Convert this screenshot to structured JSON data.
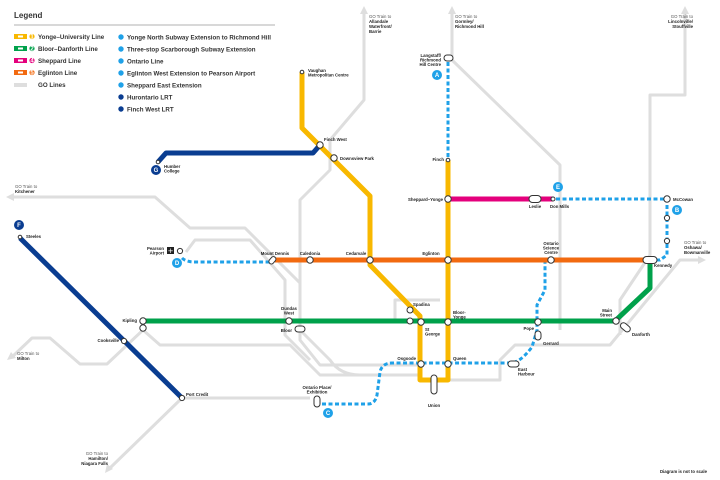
{
  "legend": {
    "title": "Legend",
    "lines": [
      {
        "num": "1",
        "label": "Yonge–University Line",
        "color": "#f8b800"
      },
      {
        "num": "2",
        "label": "Bloor–Danforth Line",
        "color": "#00a14b"
      },
      {
        "num": "4",
        "label": "Sheppard Line",
        "color": "#e4007c"
      },
      {
        "num": "5",
        "label": "Eglinton Line",
        "color": "#f26a10"
      },
      {
        "num": "",
        "label": "GO Lines",
        "color": "#dedede"
      }
    ],
    "projects": [
      {
        "letter": "A",
        "label": "Yonge North Subway Extension to Richmond Hill",
        "color": "#1fa1e8"
      },
      {
        "letter": "B",
        "label": "Three-stop Scarborough Subway Extension",
        "color": "#1fa1e8"
      },
      {
        "letter": "C",
        "label": "Ontario Line",
        "color": "#1fa1e8"
      },
      {
        "letter": "D",
        "label": "Eglinton West Extension to Pearson Airport",
        "color": "#1fa1e8"
      },
      {
        "letter": "E",
        "label": "Sheppard East Extension",
        "color": "#1fa1e8"
      },
      {
        "letter": "F",
        "label": "Hurontario LRT",
        "color": "#0a3d91"
      },
      {
        "letter": "G",
        "label": "Finch West LRT",
        "color": "#0a3d91"
      }
    ]
  },
  "go": {
    "prefix": "GO Train to",
    "barrie": [
      "Allandale",
      "Waterfront/",
      "Barrie"
    ],
    "richmond": [
      "Gormley/",
      "Richmond Hill"
    ],
    "stouffville": [
      "Lincolnville/",
      "Stouffville"
    ],
    "kitchener": [
      "Kitchener"
    ],
    "oshawa": [
      "Oshawa/",
      "Bowmanville"
    ],
    "milton": [
      "Milton"
    ],
    "hamilton": [
      "Hamilton/",
      "Niagara Falls"
    ]
  },
  "stations": {
    "langstaff": [
      "Langstaff/",
      "Richmond",
      "Hill Centre"
    ],
    "vaughan": [
      "Vaughan",
      "Metropolitan Centre"
    ],
    "finch_west": "Finch West",
    "downsview": "Downsview Park",
    "humber": [
      "Humber",
      "College"
    ],
    "finch": "Finch",
    "sheppard_yonge": "Sheppard–Yonge",
    "leslie": "Leslie",
    "don_mills": "Don Mills",
    "mccowan": "McCowan",
    "steeles": "Steeles",
    "pearson": [
      "Pearson",
      "Airport"
    ],
    "mount_dennis": "Mount Dennis",
    "caledonia": "Caledonia",
    "cedarvale": "Cedarvale",
    "eglinton": "Eglinton",
    "osc": [
      "Ontario",
      "Science",
      "Centre"
    ],
    "kennedy": "Kennedy",
    "kipling": "Kipling",
    "dundas_west": [
      "Dundas",
      "West"
    ],
    "bloor": "Bloor",
    "spadina": "Spadina",
    "st_george": [
      "St",
      "George"
    ],
    "bloor_yonge": [
      "Bloor-",
      "Yonge"
    ],
    "pope": "Pope",
    "main_street": [
      "Main",
      "Street"
    ],
    "danforth": "Danforth",
    "gerrard": "Gerrard",
    "cooksville": "Cooksville",
    "osgoode": "Osgoode",
    "queen": "Queen",
    "east_harbour": [
      "East",
      "Harbour"
    ],
    "union": "Union",
    "port_credit": "Port Credit",
    "exhibition": [
      "Ontario Place/",
      "Exhibition"
    ]
  },
  "footer": "Diagram is not to scale"
}
